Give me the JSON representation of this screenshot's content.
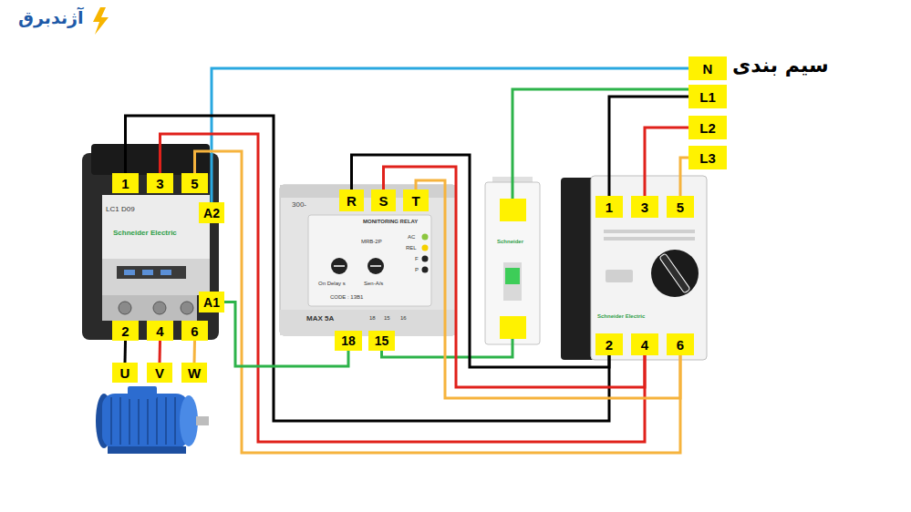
{
  "diagram": {
    "title": "سیم بندی",
    "nodes": [
      {
        "text": [
          "N"
        ]
      },
      {
        "text": [
          "L1"
        ]
      },
      {
        "text": [
          "L2"
        ]
      },
      {
        "text": [
          "L3"
        ]
      },
      {
        "text": [
          "1"
        ]
      },
      {
        "text": [
          "3"
        ]
      },
      {
        "text": [
          "5"
        ]
      },
      {
        "text": [
          "R"
        ]
      },
      {
        "text": [
          "S"
        ]
      },
      {
        "text": [
          "T"
        ]
      },
      {
        "text": [
          "1"
        ]
      },
      {
        "text": [
          "3"
        ]
      },
      {
        "text": [
          "5"
        ]
      },
      {
        "text": [
          "A2"
        ]
      },
      {
        "text": [
          "A1"
        ]
      },
      {
        "text": [
          "2"
        ]
      },
      {
        "text": [
          "4"
        ]
      },
      {
        "text": [
          "6"
        ]
      },
      {
        "text": [
          "18"
        ]
      },
      {
        "text": [
          "15"
        ]
      },
      {
        "text": [
          "2"
        ]
      },
      {
        "text": [
          "4"
        ]
      },
      {
        "text": [
          "6"
        ]
      },
      {
        "text": [
          "U"
        ]
      },
      {
        "text": [
          "V"
        ]
      },
      {
        "text": [
          "W"
        ]
      }
    ],
    "edges": [
      {
        "from": 0,
        "to": 13,
        "arrow": "none"
      },
      {
        "from": 1,
        "to": 10,
        "arrow": "none"
      },
      {
        "from": 2,
        "to": 11,
        "arrow": "none"
      },
      {
        "from": 3,
        "to": 12,
        "arrow": "none"
      },
      {
        "from": 4,
        "to": 20,
        "arrow": "none"
      },
      {
        "from": 7,
        "to": 20,
        "arrow": "none"
      },
      {
        "from": 5,
        "to": 21,
        "arrow": "none"
      },
      {
        "from": 8,
        "to": 21,
        "arrow": "none"
      },
      {
        "from": 6,
        "to": 22,
        "arrow": "none"
      },
      {
        "from": 9,
        "to": 22,
        "arrow": "none"
      },
      {
        "from": 14,
        "to": 18,
        "arrow": "none"
      },
      {
        "from": 15,
        "to": 23,
        "arrow": "none"
      },
      {
        "from": 16,
        "to": 24,
        "arrow": "none"
      },
      {
        "from": 17,
        "to": 25,
        "arrow": "none"
      }
    ],
    "labels": [
      "آژندبرق",
      "LC1 D09",
      "Schneider Electric",
      "300-",
      "MONITORING RELAY",
      "MRB-2P",
      "AC",
      "REL",
      "F",
      "P",
      "On Delay s",
      "Sen-A/s",
      "CODE : 13B1",
      "MAX 5A",
      "18",
      "15",
      "16",
      "Schneider",
      "Schneider Electric"
    ]
  }
}
